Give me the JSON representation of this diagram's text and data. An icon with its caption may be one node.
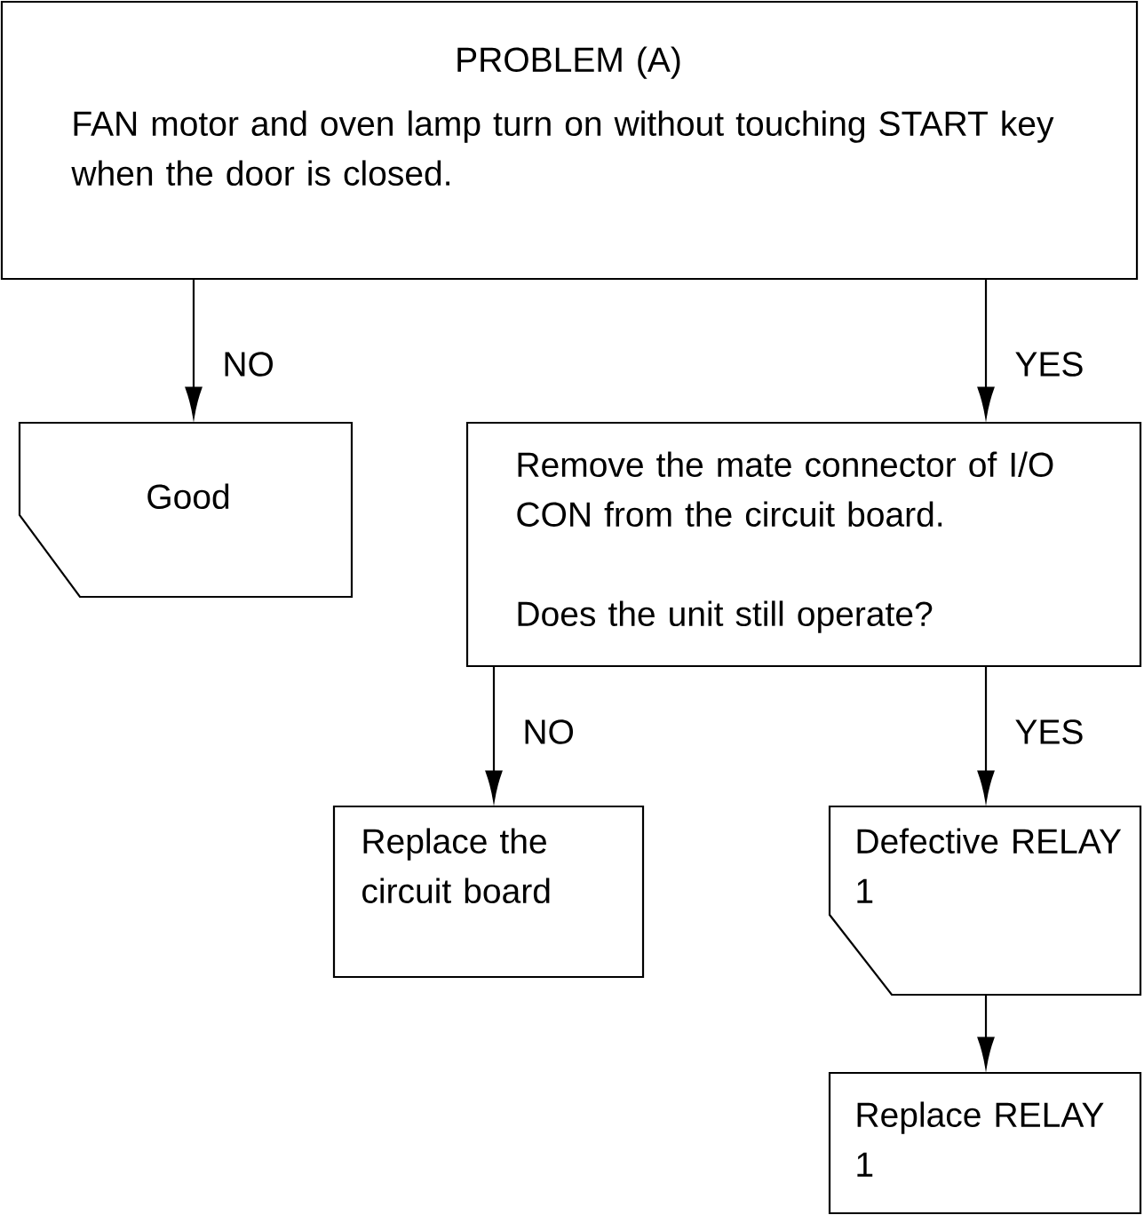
{
  "diagram": {
    "nodes": [
      {
        "text": [
          "PROBLEM (A)",
          "FAN motor and oven lamp turn on without touching START key when the door is closed."
        ]
      },
      {
        "text": [
          "Good"
        ]
      },
      {
        "text": [
          "Remove the mate connector of I/O CON from the circuit board.",
          "Does the unit still operate?"
        ]
      },
      {
        "text": [
          "Replace the circuit board"
        ]
      },
      {
        "text": [
          "Defective RELAY 1"
        ]
      },
      {
        "text": [
          "Replace RELAY 1"
        ]
      }
    ],
    "edges": [
      {
        "from": 0,
        "to": 1,
        "arrow": "to",
        "label": "NO"
      },
      {
        "from": 0,
        "to": 2,
        "arrow": "to",
        "label": "YES"
      },
      {
        "from": 2,
        "to": 3,
        "arrow": "to",
        "label": "NO"
      },
      {
        "from": 2,
        "to": 4,
        "arrow": "to",
        "label": "YES"
      },
      {
        "from": 4,
        "to": 5,
        "arrow": "to"
      }
    ]
  }
}
